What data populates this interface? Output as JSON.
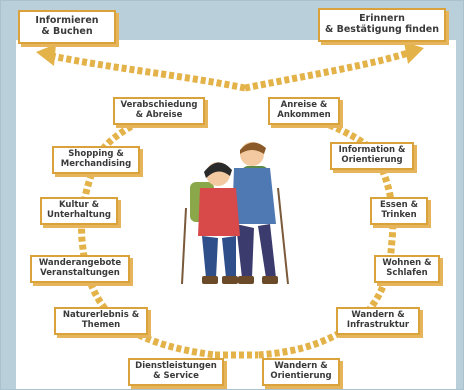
{
  "colors": {
    "background": "#b9cfd9",
    "box_border": "#d9a23a",
    "box_shadow": "#e6b45a",
    "link": "#e3b248",
    "text": "#3a3a3a"
  },
  "top_left": "Informieren\n& Buchen",
  "top_right": "Erinnern\n& Bestätigung finden",
  "nodes": {
    "verabschiedung": "Verabschiedung\n& Abreise",
    "anreise": "Anreise &\nAnkommen",
    "shopping": "Shopping &\nMerchandising",
    "information": "Information &\nOrientierung",
    "kultur": "Kultur &\nUnterhaltung",
    "essen": "Essen &\nTrinken",
    "wanderangebote": "Wanderangebote\nVeranstaltungen",
    "wohnen": "Wohnen &\nSchlafen",
    "naturerlebnis": "Naturerlebnis &\nThemen",
    "wandern_infra": "Wandern &\nInfrastruktur",
    "dienstleistungen": "Dienstleistungen\n& Service",
    "wandern_orient": "Wandern &\nOrientierung"
  },
  "illustration": "two-hikers-illustration"
}
